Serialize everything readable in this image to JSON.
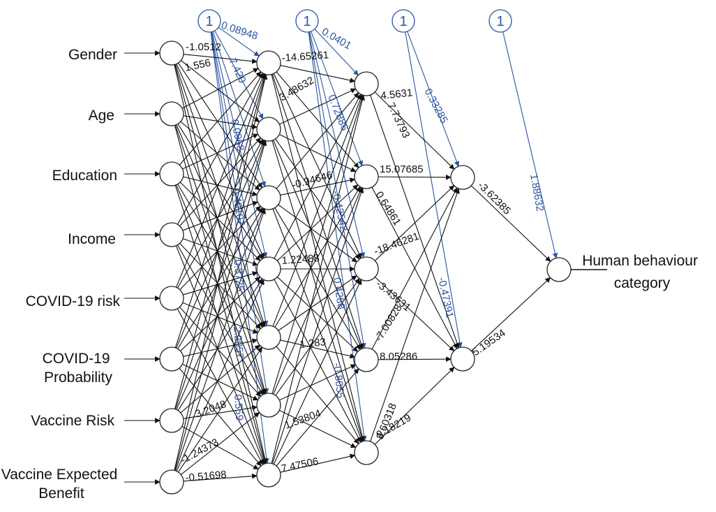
{
  "inputs": [
    "Gender",
    "Age",
    "Education",
    "Income",
    "COVID-19 risk",
    "COVID-19 Probability",
    "Vaccine Risk",
    "Vaccine Expected Benefit"
  ],
  "output_label": "Human behaviour category",
  "bias_label": "1",
  "colors": {
    "weights": "#111111",
    "bias": "#2a55a0"
  },
  "hidden1_count": 7,
  "hidden2_count": 5,
  "hidden3_count": 2,
  "weights": [
    {
      "id": "w-in1-h1-1",
      "text": "-1.0512"
    },
    {
      "id": "w-in1-h1-2",
      "text": "1.556"
    },
    {
      "id": "w-in8-h1-7",
      "text": "-0.51698"
    },
    {
      "id": "w-in8-h1-6",
      "text": "-1.24373"
    },
    {
      "id": "w-in7-h1-6",
      "text": "3.2048"
    },
    {
      "id": "w-h1-1-h2-1",
      "text": "-14.65261"
    },
    {
      "id": "w-h1-4-h2-3",
      "text": "1.22488"
    },
    {
      "id": "w-h1-7-h2-5",
      "text": "7.47506"
    },
    {
      "id": "w-h1-6-h2-5",
      "text": "1.53804"
    },
    {
      "id": "w-h1-5-h2-4",
      "text": "1.283"
    },
    {
      "id": "w-h1-3-h2-2",
      "text": "-0.94646"
    },
    {
      "id": "w-h1-2-h2-1",
      "text": "3.48632"
    },
    {
      "id": "w-h2-1-h3-1",
      "text": "4.5631"
    },
    {
      "id": "w-h2-1-h3-2",
      "text": "7.73793"
    },
    {
      "id": "w-h2-2-h3-1",
      "text": "15.07685"
    },
    {
      "id": "w-h2-2-h3-2",
      "text": "0.64861"
    },
    {
      "id": "w-h2-3-h3-1",
      "text": "-18.46281"
    },
    {
      "id": "w-h2-3-h3-2",
      "text": "-3.43631"
    },
    {
      "id": "w-h2-4-h3-1",
      "text": "-7.00828"
    },
    {
      "id": "w-h2-4-h3-2",
      "text": "8.05286"
    },
    {
      "id": "w-h2-5-h3-1",
      "text": "8.60318"
    },
    {
      "id": "w-h2-5-h3-2",
      "text": "9.18219"
    },
    {
      "id": "w-h3-1-out",
      "text": "-3.62385"
    },
    {
      "id": "w-h3-2-out",
      "text": "5.19534"
    }
  ],
  "bias_weights": [
    {
      "id": "b1-h1-1",
      "text": "0.08948"
    },
    {
      "id": "b1-h1-2",
      "text": "7.420"
    },
    {
      "id": "b1-h1-3",
      "text": "0.0968"
    },
    {
      "id": "b1-h1-4",
      "text": "0.49107"
    },
    {
      "id": "b1-h1-5",
      "text": "0.3725"
    },
    {
      "id": "b1-h1-6",
      "text": "2.2057"
    },
    {
      "id": "b1-h1-7",
      "text": "0.559"
    },
    {
      "id": "b2-h2-1",
      "text": "0.0401"
    },
    {
      "id": "b2-h2-2",
      "text": "0.72886"
    },
    {
      "id": "b2-h2-3",
      "text": "-0.42542"
    },
    {
      "id": "b2-h2-4",
      "text": "0.4288"
    },
    {
      "id": "b2-h2-5",
      "text": "-0.8055"
    },
    {
      "id": "b3-h3-1",
      "text": "0.33285"
    },
    {
      "id": "b3-h3-2",
      "text": "-0.47391"
    },
    {
      "id": "b4-out",
      "text": "1.88632"
    }
  ]
}
